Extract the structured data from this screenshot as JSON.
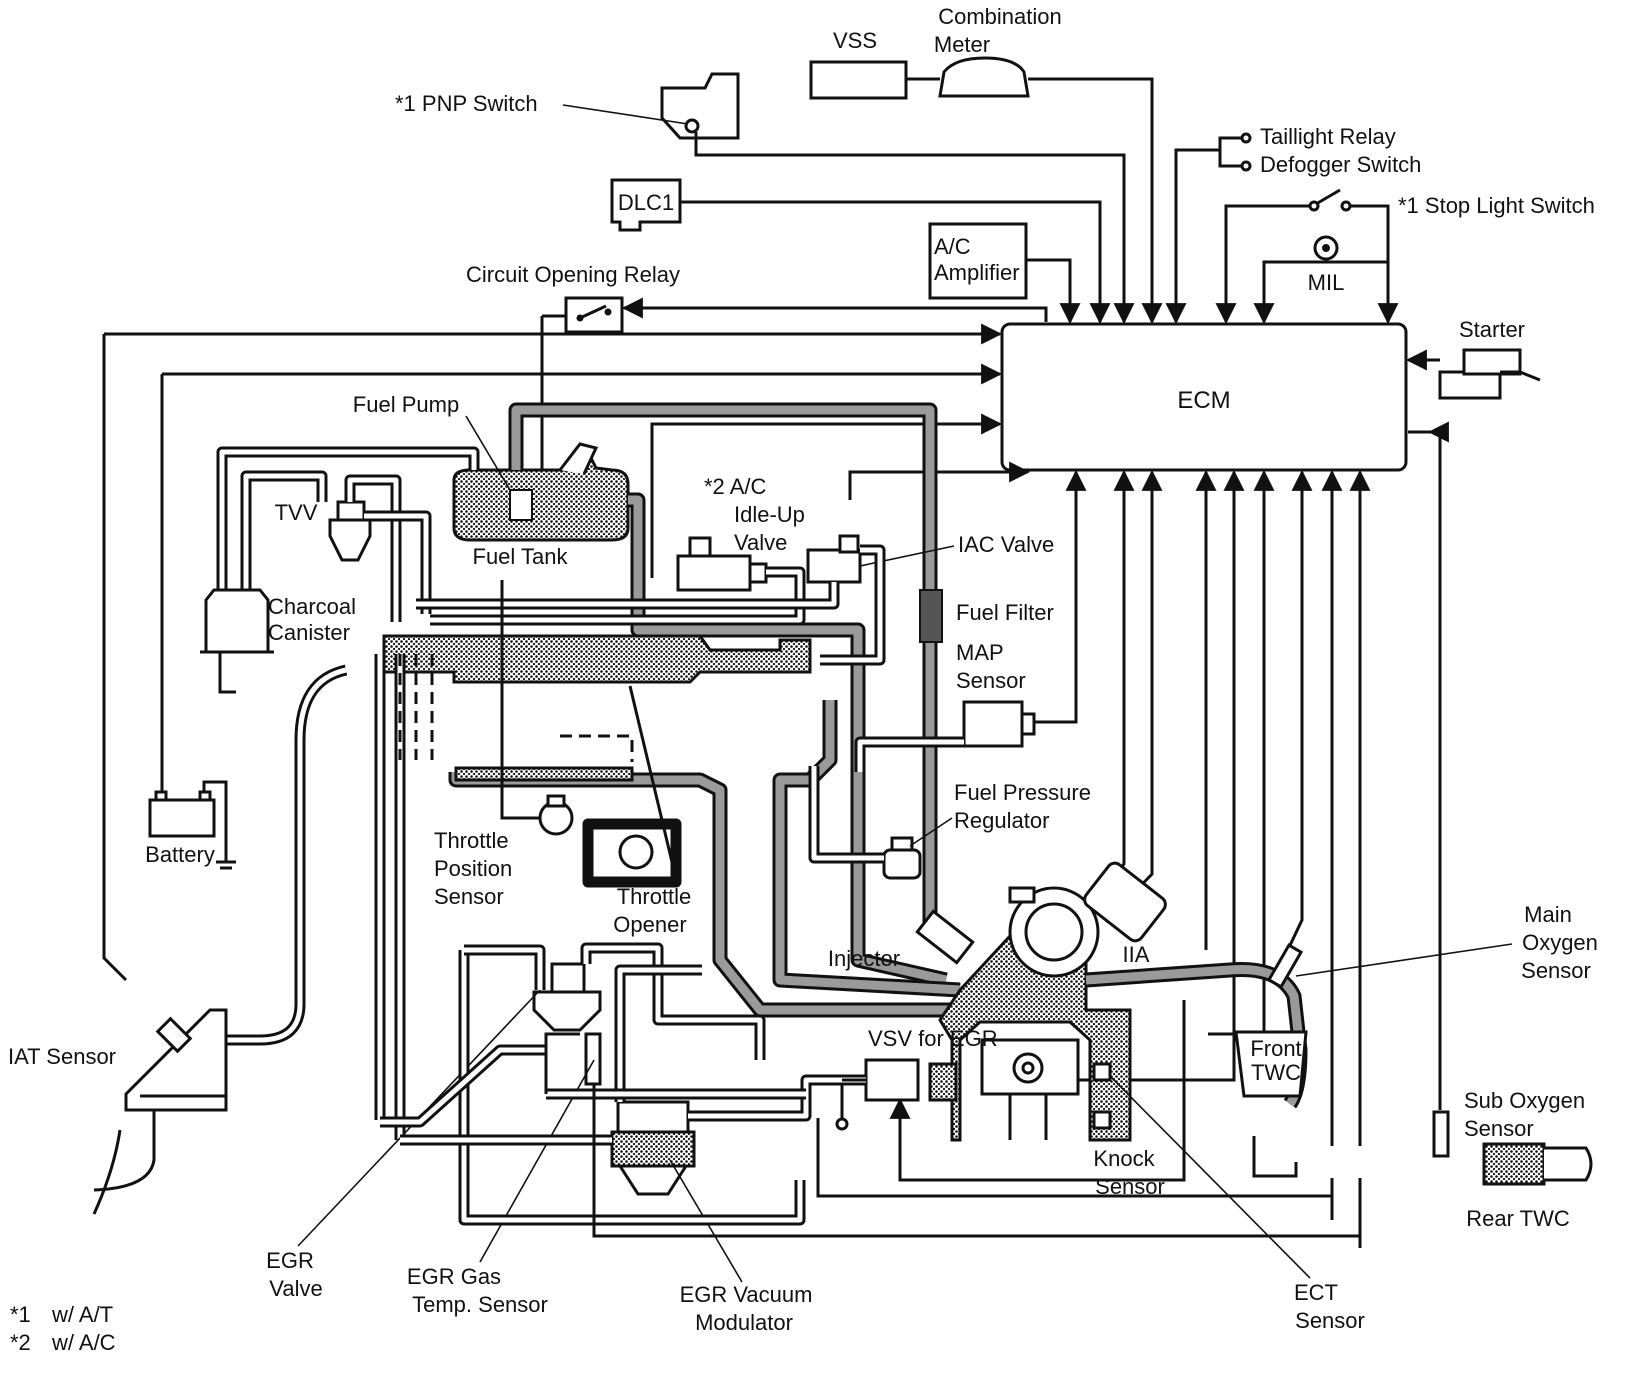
{
  "labels": {
    "vss": "VSS",
    "combination_meter_1": "Combination",
    "combination_meter_2": "Meter",
    "pnp_switch": "*1 PNP Switch",
    "taillight_relay": "Taillight Relay",
    "defogger_switch": "Defogger Switch",
    "dlc1": "DLC1",
    "stop_light_switch": "*1 Stop Light Switch",
    "ac_amplifier_1": "A/C",
    "ac_amplifier_2": "Amplifier",
    "mil": "MIL",
    "circuit_opening_relay": "Circuit Opening Relay",
    "starter": "Starter",
    "ecm": "ECM",
    "fuel_pump": "Fuel Pump",
    "tvv": "TVV",
    "fuel_tank": "Fuel Tank",
    "ac_idle_up_1": "*2 A/C",
    "ac_idle_up_2": "Idle-Up",
    "ac_idle_up_3": "Valve",
    "iac_valve": "IAC Valve",
    "charcoal_canister_1": "Charcoal",
    "charcoal_canister_2": "Canister",
    "fuel_filter": "Fuel Filter",
    "map_sensor_1": "MAP",
    "map_sensor_2": "Sensor",
    "fuel_pressure_regulator_1": "Fuel Pressure",
    "fuel_pressure_regulator_2": "Regulator",
    "battery": "Battery",
    "throttle_position_sensor_1": "Throttle",
    "throttle_position_sensor_2": "Position",
    "throttle_position_sensor_3": "Sensor",
    "throttle_opener_1": "Throttle",
    "throttle_opener_2": "Opener",
    "injector": "Injector",
    "iia": "IIA",
    "main_oxygen_sensor_1": "Main",
    "main_oxygen_sensor_2": "Oxygen",
    "main_oxygen_sensor_3": "Sensor",
    "vsv_for_egr": "VSV for EGR",
    "front_twc_1": "Front",
    "front_twc_2": "TWC",
    "iat_sensor": "IAT Sensor",
    "sub_oxygen_sensor_1": "Sub Oxygen",
    "sub_oxygen_sensor_2": "Sensor",
    "knock_sensor_1": "Knock",
    "knock_sensor_2": "Sensor",
    "rear_twc": "Rear TWC",
    "egr_valve_1": "EGR",
    "egr_valve_2": "Valve",
    "egr_gas_temp_sensor_1": "EGR Gas",
    "egr_gas_temp_sensor_2": "Temp. Sensor",
    "egr_vacuum_modulator_1": "EGR Vacuum",
    "egr_vacuum_modulator_2": "Modulator",
    "ect_sensor_1": "ECT",
    "ect_sensor_2": "Sensor"
  },
  "footnotes": [
    {
      "mark": "*1",
      "text": "w/ A/T"
    },
    {
      "mark": "*2",
      "text": "w/ A/C"
    }
  ]
}
